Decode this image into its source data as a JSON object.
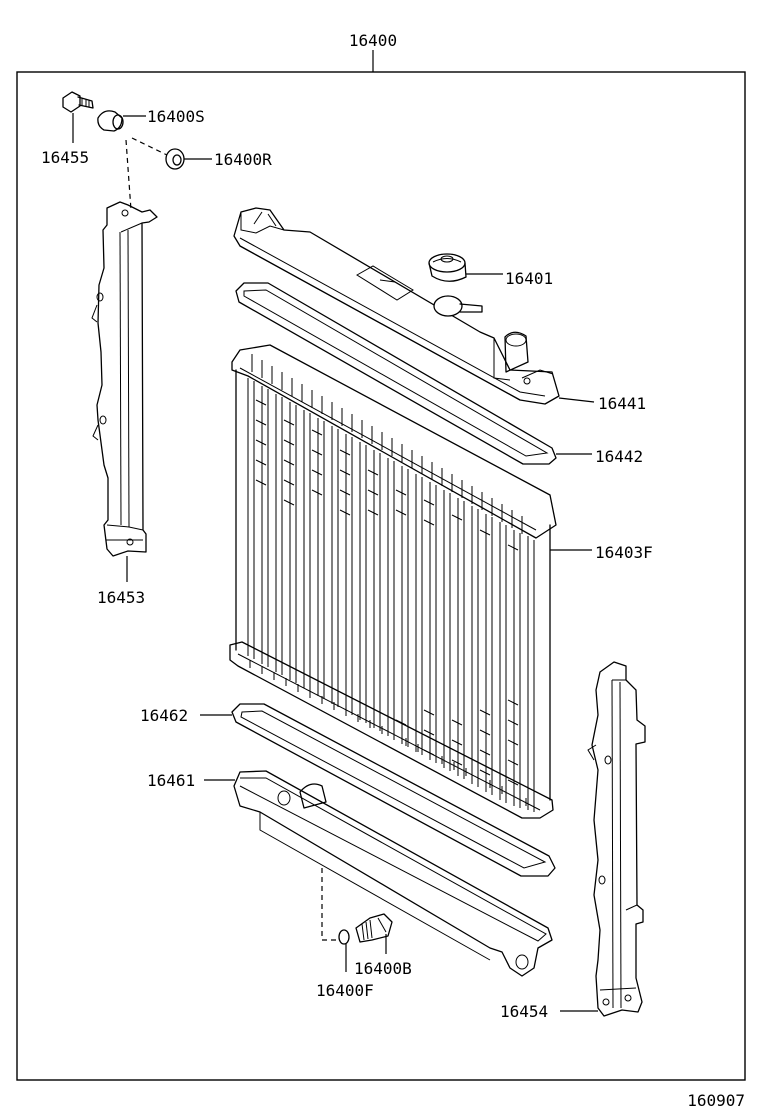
{
  "assembly_number": "16400",
  "illustration_number": "160907",
  "parts": [
    {
      "part_no": "16400S"
    },
    {
      "part_no": "16455"
    },
    {
      "part_no": "16400R"
    },
    {
      "part_no": "16401"
    },
    {
      "part_no": "16441"
    },
    {
      "part_no": "16442"
    },
    {
      "part_no": "16403F"
    },
    {
      "part_no": "16453"
    },
    {
      "part_no": "16462"
    },
    {
      "part_no": "16461"
    },
    {
      "part_no": "16400B"
    },
    {
      "part_no": "16400F"
    },
    {
      "part_no": "16454"
    }
  ]
}
